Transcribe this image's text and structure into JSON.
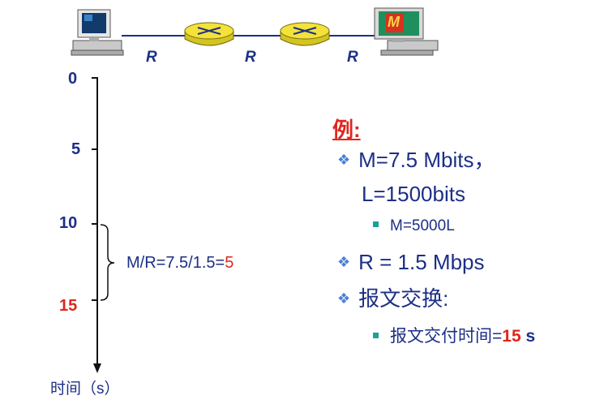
{
  "network": {
    "link_labels": [
      "R",
      "R",
      "R"
    ],
    "dest_screen_letter": "M"
  },
  "timeline": {
    "ticks": [
      {
        "label": "0",
        "color": "#1c2f86"
      },
      {
        "label": "5",
        "color": "#1c2f86"
      },
      {
        "label": "10",
        "color": "#1c2f86"
      },
      {
        "label": "15",
        "color": "#e0261c"
      }
    ],
    "axis_label": "时间（s）",
    "brace_text": "M/R=7.5/1.5=",
    "brace_value": "5"
  },
  "example": {
    "title": "例:",
    "items": [
      {
        "line1": "M=7.5 Mbits，",
        "line2": "L=1500bits"
      },
      {
        "sub": "M=5000L"
      },
      {
        "line1": "R = 1.5 Mbps"
      },
      {
        "line1": "报文交换:"
      },
      {
        "sub_prefix": "报文交付时间=",
        "sub_value": "15",
        "sub_unit": " s"
      }
    ]
  },
  "colors": {
    "navy": "#1c2f86",
    "red": "#e0261c",
    "router": "#f2e23a",
    "link": "#1c2f86"
  }
}
